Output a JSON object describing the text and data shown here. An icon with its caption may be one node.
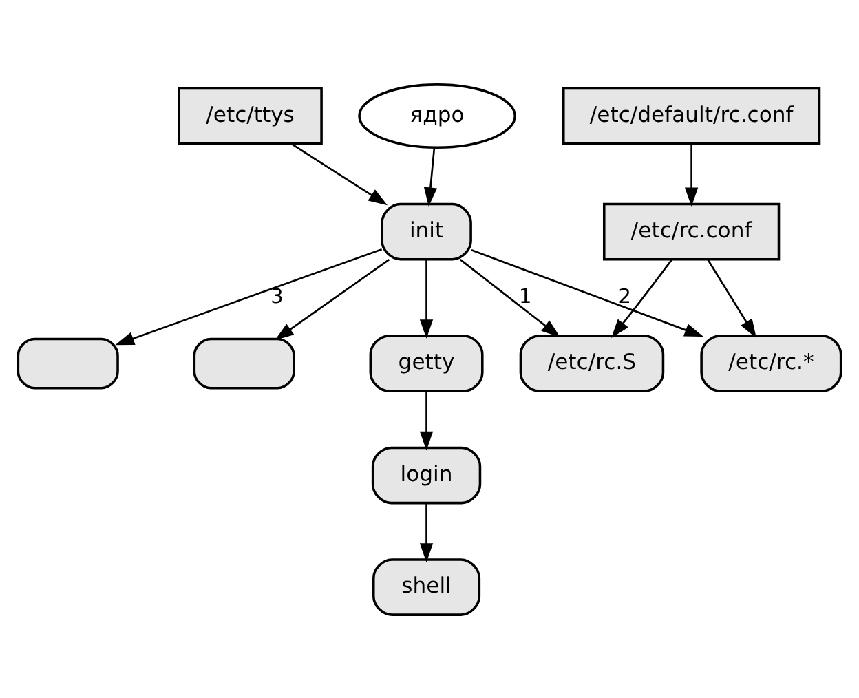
{
  "diagram": {
    "nodes": [
      {
        "text": [
          "ядро"
        ]
      },
      {
        "text": [
          "/etc/default/rc.conf"
        ]
      },
      {
        "text": [
          "/etc/ttys"
        ]
      },
      {
        "text": [
          "init"
        ]
      },
      {
        "text": [
          "/etc/rc.conf"
        ]
      },
      {
        "text": [
          "/etc/rc.S"
        ]
      },
      {
        "text": [
          "/etc/rc.*"
        ]
      },
      {
        "text": [],
        "shape": "box"
      },
      {
        "text": [],
        "shape": "box"
      },
      {
        "text": [
          "getty"
        ]
      },
      {
        "text": [
          "login"
        ]
      },
      {
        "text": [
          "shell"
        ]
      }
    ],
    "edges": [
      {
        "from": 0,
        "to": 3,
        "arrow": "to"
      },
      {
        "from": 2,
        "to": 3,
        "arrow": "to"
      },
      {
        "from": 1,
        "to": 4,
        "arrow": "to"
      },
      {
        "from": 3,
        "to": 5,
        "arrow": "to",
        "label": "1"
      },
      {
        "from": 3,
        "to": 6,
        "arrow": "to",
        "label": "2"
      },
      {
        "from": 3,
        "to": 7,
        "arrow": "to",
        "label": "3"
      },
      {
        "from": 3,
        "to": 8,
        "arrow": "to"
      },
      {
        "from": 3,
        "to": 9,
        "arrow": "to"
      },
      {
        "from": 4,
        "to": 5,
        "arrow": "to"
      },
      {
        "from": 4,
        "to": 6,
        "arrow": "to"
      },
      {
        "from": 9,
        "to": 10,
        "arrow": "to"
      },
      {
        "from": 10,
        "to": 11,
        "arrow": "to"
      }
    ]
  }
}
